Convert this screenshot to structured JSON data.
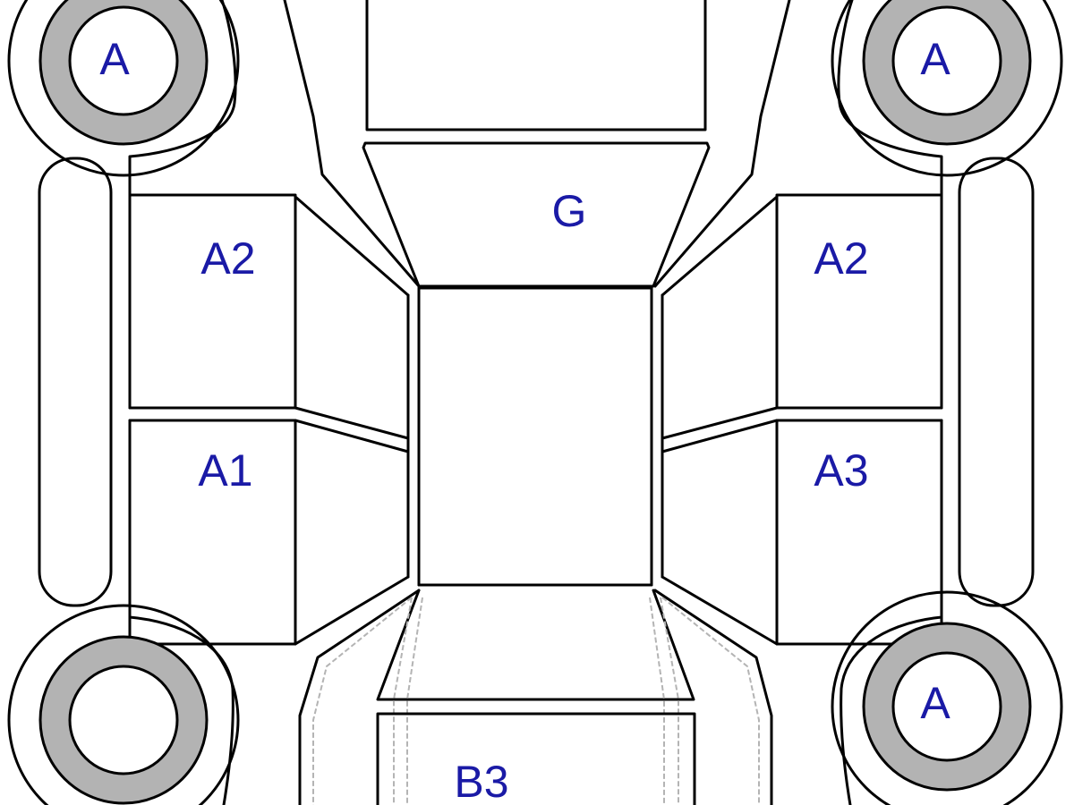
{
  "diagram": {
    "colors": {
      "label": "#1a1aa6",
      "tire": "#b3b3b3",
      "line": "#000000",
      "background": "#ffffff"
    },
    "labels": {
      "wheel_front_left": "A",
      "wheel_front_right": "A",
      "wheel_rear_left": "",
      "wheel_rear_right": "A",
      "hood": "G",
      "front_left_door": "A2",
      "rear_left_door": "A1",
      "front_right_door": "A2",
      "rear_right_door": "A3",
      "trunk": "B3"
    }
  }
}
